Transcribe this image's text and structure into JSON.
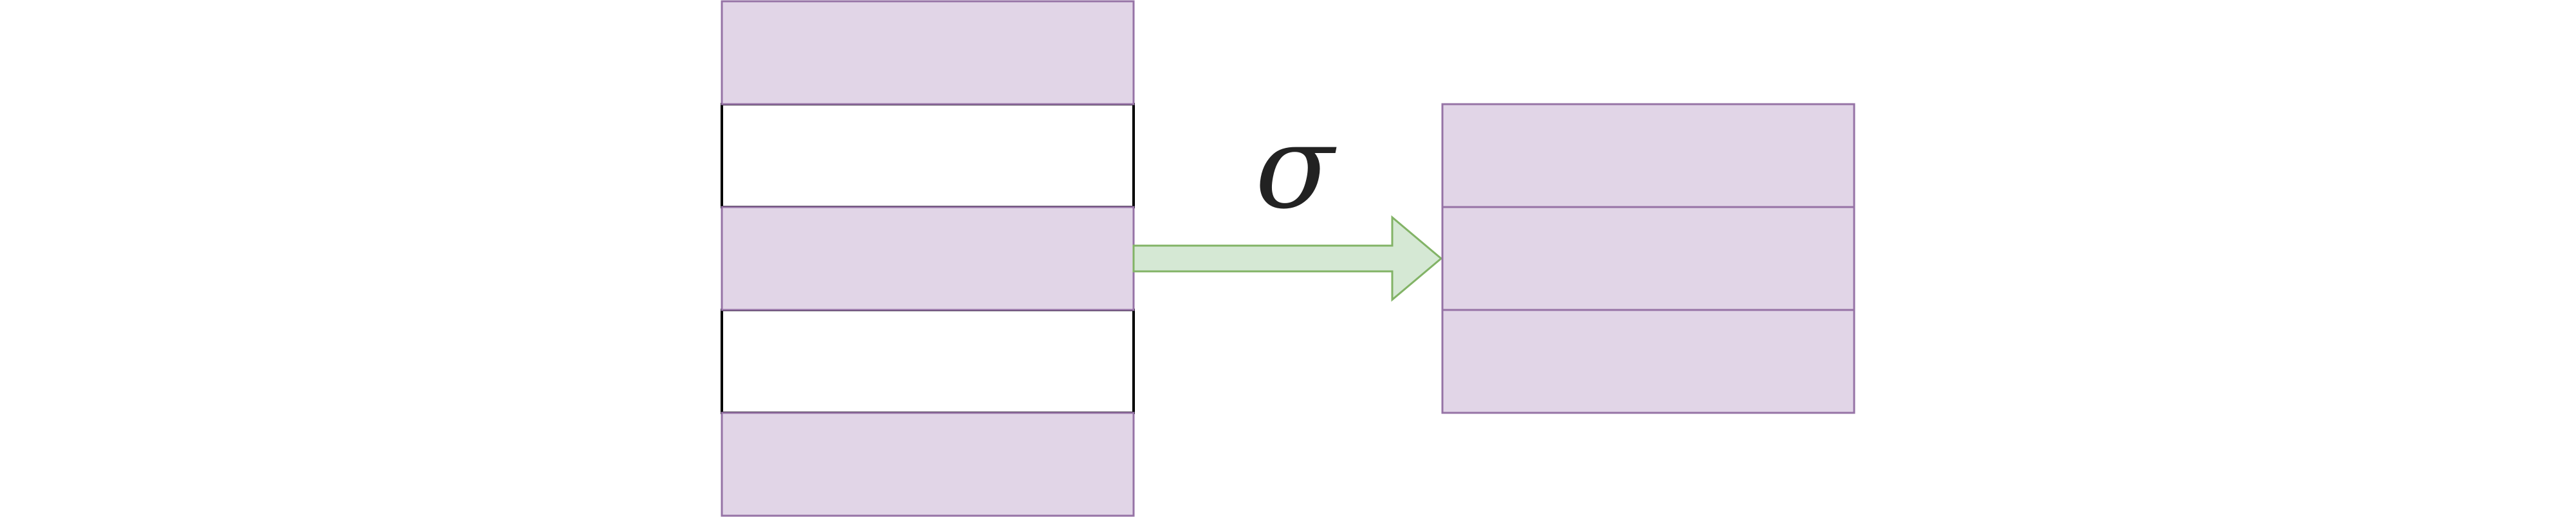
{
  "diagram": {
    "operator_symbol": "σ",
    "colors": {
      "selected_fill": "#e1d5e7",
      "selected_stroke": "#9673a6",
      "excluded_fill": "#ffffff",
      "excluded_stroke": "#000000",
      "arrow_fill": "#d5e8d4",
      "arrow_stroke": "#82b366",
      "symbol_color": "#222222"
    },
    "input_table": {
      "rows": [
        {
          "state": "selected"
        },
        {
          "state": "excluded"
        },
        {
          "state": "selected"
        },
        {
          "state": "excluded"
        },
        {
          "state": "selected"
        }
      ]
    },
    "output_table": {
      "rows": [
        {
          "state": "selected"
        },
        {
          "state": "selected"
        },
        {
          "state": "selected"
        }
      ]
    }
  }
}
